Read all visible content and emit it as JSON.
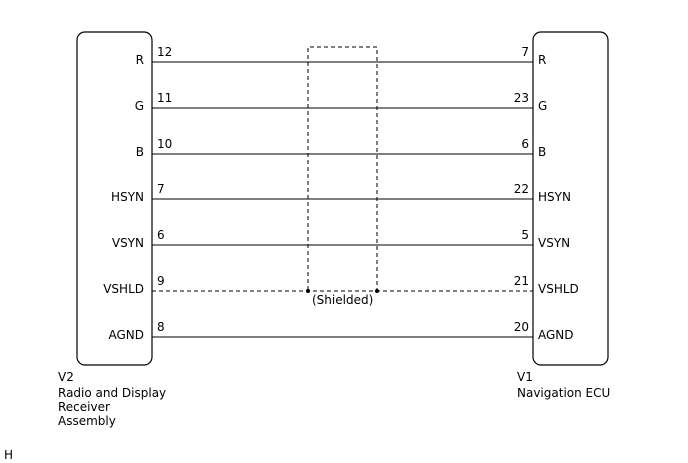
{
  "left_connector": {
    "code": "V2",
    "name_lines": [
      "Radio and Display",
      "Receiver",
      "Assembly"
    ]
  },
  "right_connector": {
    "code": "V1",
    "name_lines": [
      "Navigation ECU"
    ]
  },
  "wires": [
    {
      "signal_left": "R",
      "pin_left": "12",
      "pin_right": "7",
      "signal_right": "R",
      "shielded": false
    },
    {
      "signal_left": "G",
      "pin_left": "11",
      "pin_right": "23",
      "signal_right": "G",
      "shielded": false
    },
    {
      "signal_left": "B",
      "pin_left": "10",
      "pin_right": "6",
      "signal_right": "B",
      "shielded": false
    },
    {
      "signal_left": "HSYN",
      "pin_left": "7",
      "pin_right": "22",
      "signal_right": "HSYN",
      "shielded": false
    },
    {
      "signal_left": "VSYN",
      "pin_left": "6",
      "pin_right": "5",
      "signal_right": "VSYN",
      "shielded": false
    },
    {
      "signal_left": "VSHLD",
      "pin_left": "9",
      "pin_right": "21",
      "signal_right": "VSHLD",
      "shielded": true
    },
    {
      "signal_left": "AGND",
      "pin_left": "8",
      "pin_right": "20",
      "signal_right": "AGND",
      "shielded": false
    }
  ],
  "shield_label": "(Shielded)",
  "corner_mark": "H"
}
